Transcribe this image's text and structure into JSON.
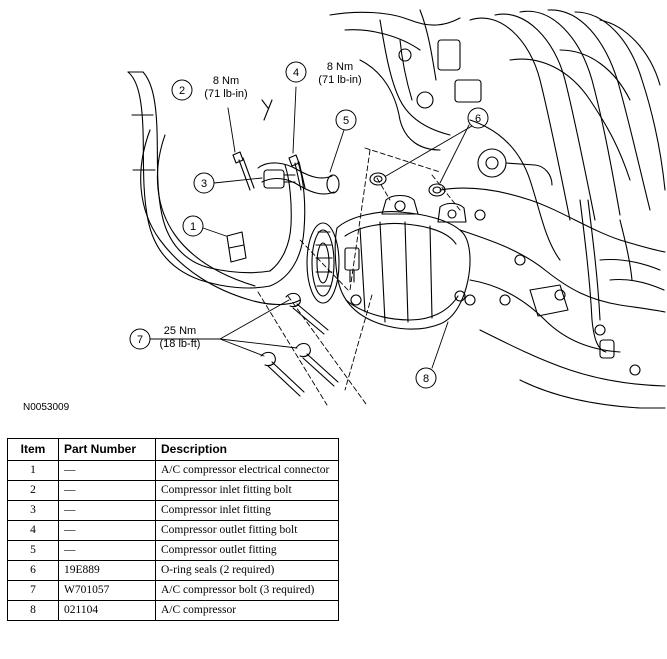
{
  "figure_id": "N0053009",
  "callouts": [
    {
      "number": "1"
    },
    {
      "number": "2",
      "torque_nm": "8 Nm",
      "torque_alt": "(71 lb-in)"
    },
    {
      "number": "3"
    },
    {
      "number": "4",
      "torque_nm": "8 Nm",
      "torque_alt": "(71 lb-in)"
    },
    {
      "number": "5"
    },
    {
      "number": "6"
    },
    {
      "number": "7",
      "torque_nm": "25 Nm",
      "torque_alt": "(18 lb-ft)"
    },
    {
      "number": "8"
    }
  ],
  "table": {
    "headers": [
      "Item",
      "Part Number",
      "Description"
    ],
    "rows": [
      {
        "item": "1",
        "part": "—",
        "desc": "A/C compressor electrical connector"
      },
      {
        "item": "2",
        "part": "—",
        "desc": "Compressor inlet fitting bolt"
      },
      {
        "item": "3",
        "part": "—",
        "desc": "Compressor inlet fitting"
      },
      {
        "item": "4",
        "part": "—",
        "desc": "Compressor outlet fitting bolt"
      },
      {
        "item": "5",
        "part": "—",
        "desc": "Compressor outlet fitting"
      },
      {
        "item": "6",
        "part": "19E889",
        "desc": "O-ring seals (2 required)"
      },
      {
        "item": "7",
        "part": "W701057",
        "desc": "A/C compressor bolt (3 required)"
      },
      {
        "item": "8",
        "part": "021104",
        "desc": "A/C compressor"
      }
    ]
  }
}
